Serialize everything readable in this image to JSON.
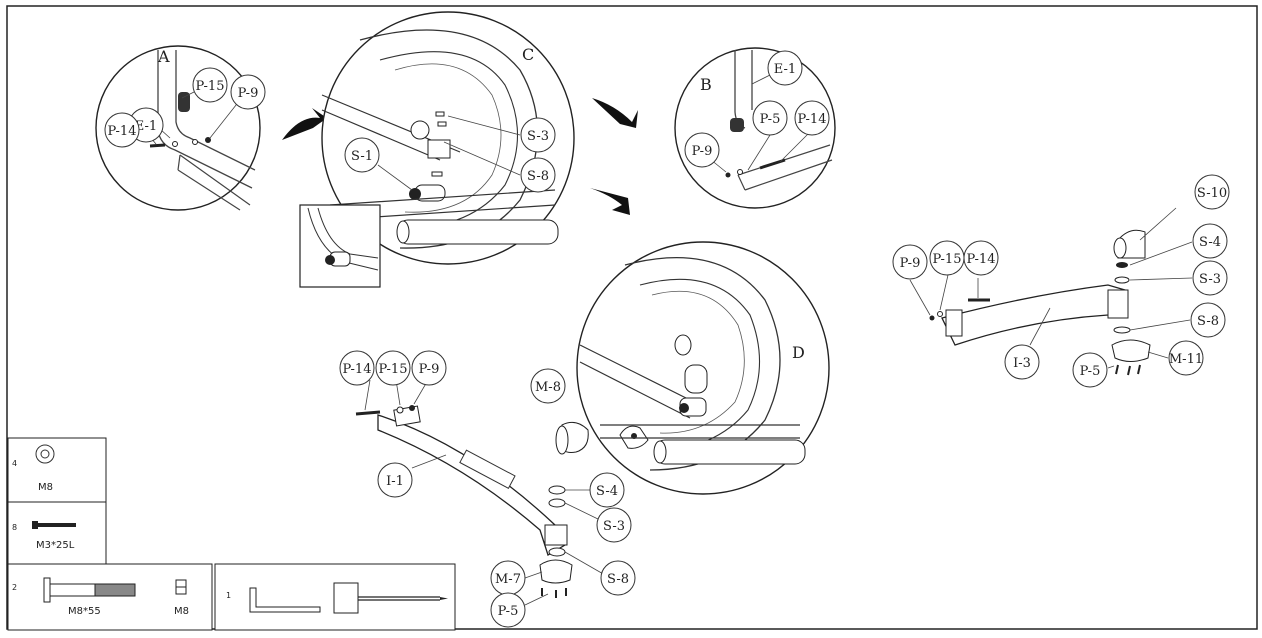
{
  "views": {
    "A": {
      "letter": "A",
      "labels": [
        "E-1",
        "P-15",
        "P-9",
        "P-14"
      ]
    },
    "C": {
      "letter": "C",
      "labels": [
        "S-3",
        "S-1",
        "S-8"
      ]
    },
    "B": {
      "letter": "B",
      "labels": [
        "E-1",
        "P-5",
        "P-14",
        "P-9"
      ]
    },
    "D": {
      "letter": "D"
    }
  },
  "left_assembly": {
    "labels": [
      "P-14",
      "P-15",
      "P-9",
      "M-8",
      "I-1",
      "S-4",
      "S-3",
      "M-7",
      "S-8",
      "P-5"
    ]
  },
  "right_assembly": {
    "labels": [
      "S-10",
      "S-4",
      "P-9",
      "P-15",
      "P-14",
      "S-3",
      "S-8",
      "I-3",
      "P-5",
      "M-11"
    ]
  },
  "hardware": {
    "washer": {
      "qty": "4",
      "size": "M8"
    },
    "screw": {
      "qty": "8",
      "size": "M3*25L"
    },
    "bolt": {
      "qty": "2",
      "size": "M8*55",
      "nut_size": "M8"
    },
    "tool": {
      "qty": "1"
    }
  }
}
